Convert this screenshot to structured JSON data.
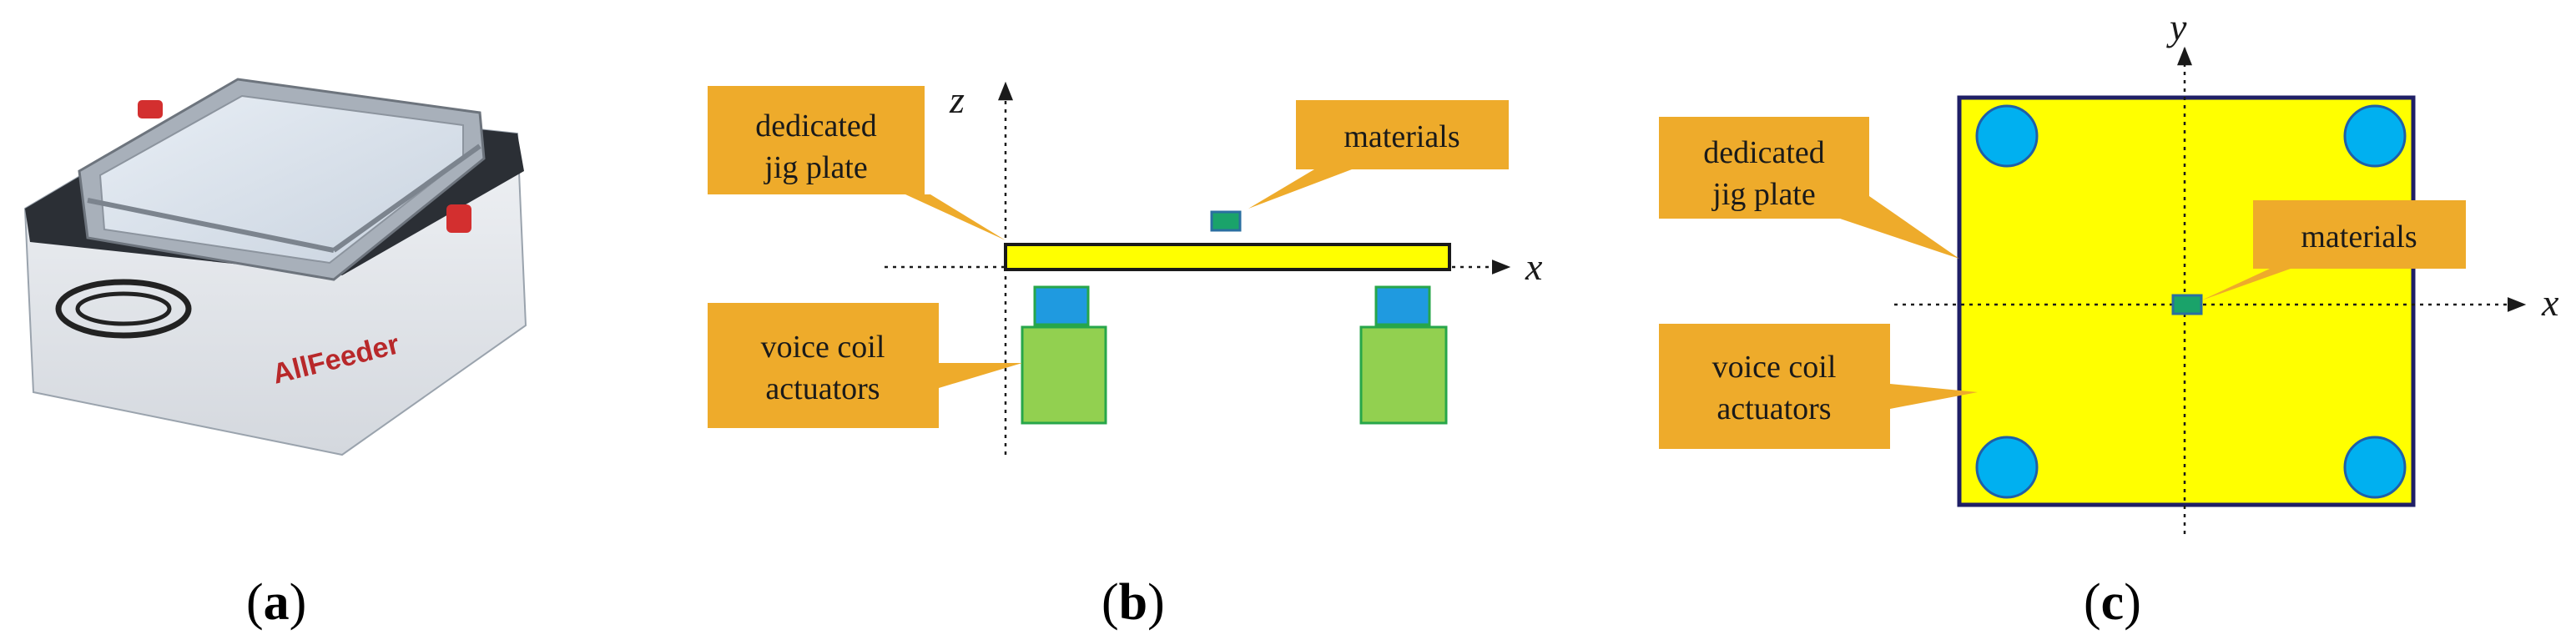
{
  "panels": {
    "a": {
      "caption_open": "(",
      "caption_letter": "a",
      "caption_close": ")",
      "brand_text": "AllFeeder"
    },
    "b": {
      "caption_open": "(",
      "caption_letter": "b",
      "caption_close": ")",
      "axis_vertical": "z",
      "axis_horizontal": "x",
      "callout_plate_line1": "dedicated",
      "callout_plate_line2": "jig plate",
      "callout_materials": "materials",
      "callout_actuators_line1": "voice coil",
      "callout_actuators_line2": "actuators"
    },
    "c": {
      "caption_open": "(",
      "caption_letter": "c",
      "caption_close": ")",
      "axis_vertical": "y",
      "axis_horizontal": "x",
      "callout_plate_line1": "dedicated",
      "callout_plate_line2": "jig plate",
      "callout_materials": "materials",
      "callout_actuators_line1": "voice coil",
      "callout_actuators_line2": "actuators"
    }
  },
  "colors": {
    "callout_fill": "#eeab2b",
    "plate_fill": "#ffff00",
    "plate_border": "#1f1f66",
    "actuator_top": "#1f9ae0",
    "actuator_body": "#92d050",
    "actuator_border": "#27a64a",
    "circle_fill": "#00b0f0",
    "material_fill": "#1aa36a"
  }
}
